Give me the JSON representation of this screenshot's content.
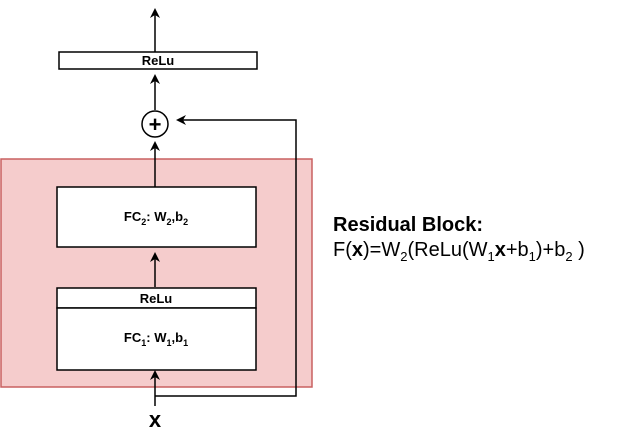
{
  "colors": {
    "block_fill": "#f5cccc",
    "block_border": "#c96060",
    "stroke": "#000000",
    "box_fill": "#ffffff"
  },
  "nodes": {
    "relu_top": {
      "label": "ReLu"
    },
    "fc2": {
      "base": "FC",
      "sub": "2",
      "mid": ": W",
      "w_sub": "2",
      "sep": ",b",
      "b_sub": "2"
    },
    "relu_inner": {
      "label": "ReLu"
    },
    "fc1": {
      "base": "FC",
      "sub": "1",
      "mid": ": W",
      "w_sub": "1",
      "sep": ",b",
      "b_sub": "1"
    },
    "input": {
      "label": "x"
    },
    "add": {
      "symbol": "+"
    }
  },
  "formula": {
    "title": "Residual Block:",
    "parts": [
      {
        "t": "F("
      },
      {
        "t": "x",
        "b": true
      },
      {
        "t": ")=W"
      },
      {
        "t": "2",
        "sub": true
      },
      {
        "t": "(ReLu(W"
      },
      {
        "t": "1",
        "sub": true
      },
      {
        "t": "x",
        "b": true
      },
      {
        "t": "+b"
      },
      {
        "t": "1",
        "sub": true
      },
      {
        "t": ")+b"
      },
      {
        "t": "2",
        "sub": true
      },
      {
        "t": " )"
      }
    ]
  }
}
